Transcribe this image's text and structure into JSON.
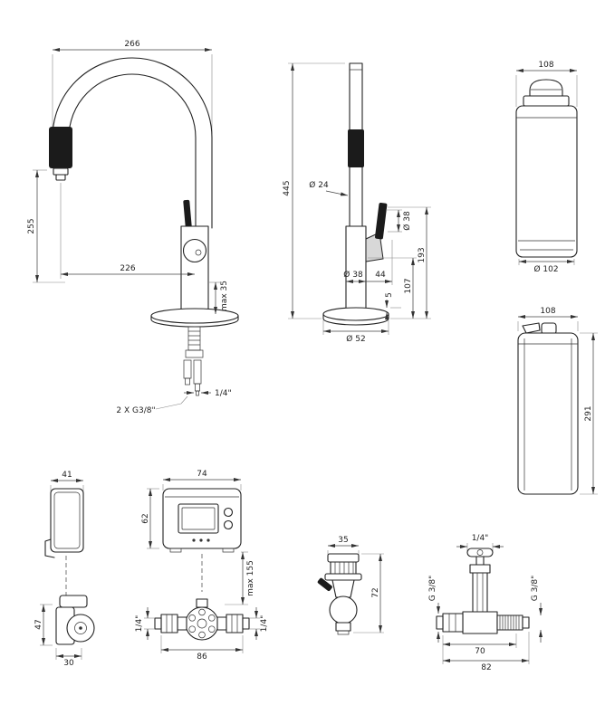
{
  "page": {
    "background": "#ffffff",
    "line_color": "#222222"
  },
  "faucet_front": {
    "width_top": "266",
    "height_left": "255",
    "reach": "226",
    "deck_max": "max 35",
    "hose_size": "1/4\"",
    "connection": "2 X G3/8\""
  },
  "faucet_side": {
    "height": "445",
    "spout_diameter": "Ø 24",
    "lever_diameter": "Ø 38",
    "body_diameter": "Ø 38",
    "lever_offset": "44",
    "lever_height": "193",
    "body_height": "107",
    "base_height": "5",
    "base_diameter": "Ø 52"
  },
  "boiler_front": {
    "width": "108",
    "diameter": "Ø 102"
  },
  "boiler_side": {
    "width": "108",
    "height": "291"
  },
  "bracket": {
    "width": "41",
    "height": "47",
    "depth": "30"
  },
  "control_box": {
    "width": "74",
    "height": "62",
    "hose_max": "max 155",
    "left_port": "1/4\"",
    "right_port": "1/4\"",
    "manifold_width": "86"
  },
  "valve": {
    "width": "35",
    "height": "72"
  },
  "tee": {
    "top_port": "1/4\"",
    "left_port": "G 3/8\"",
    "right_port": "G 3/8\"",
    "body_length": "70",
    "total_length": "82"
  }
}
